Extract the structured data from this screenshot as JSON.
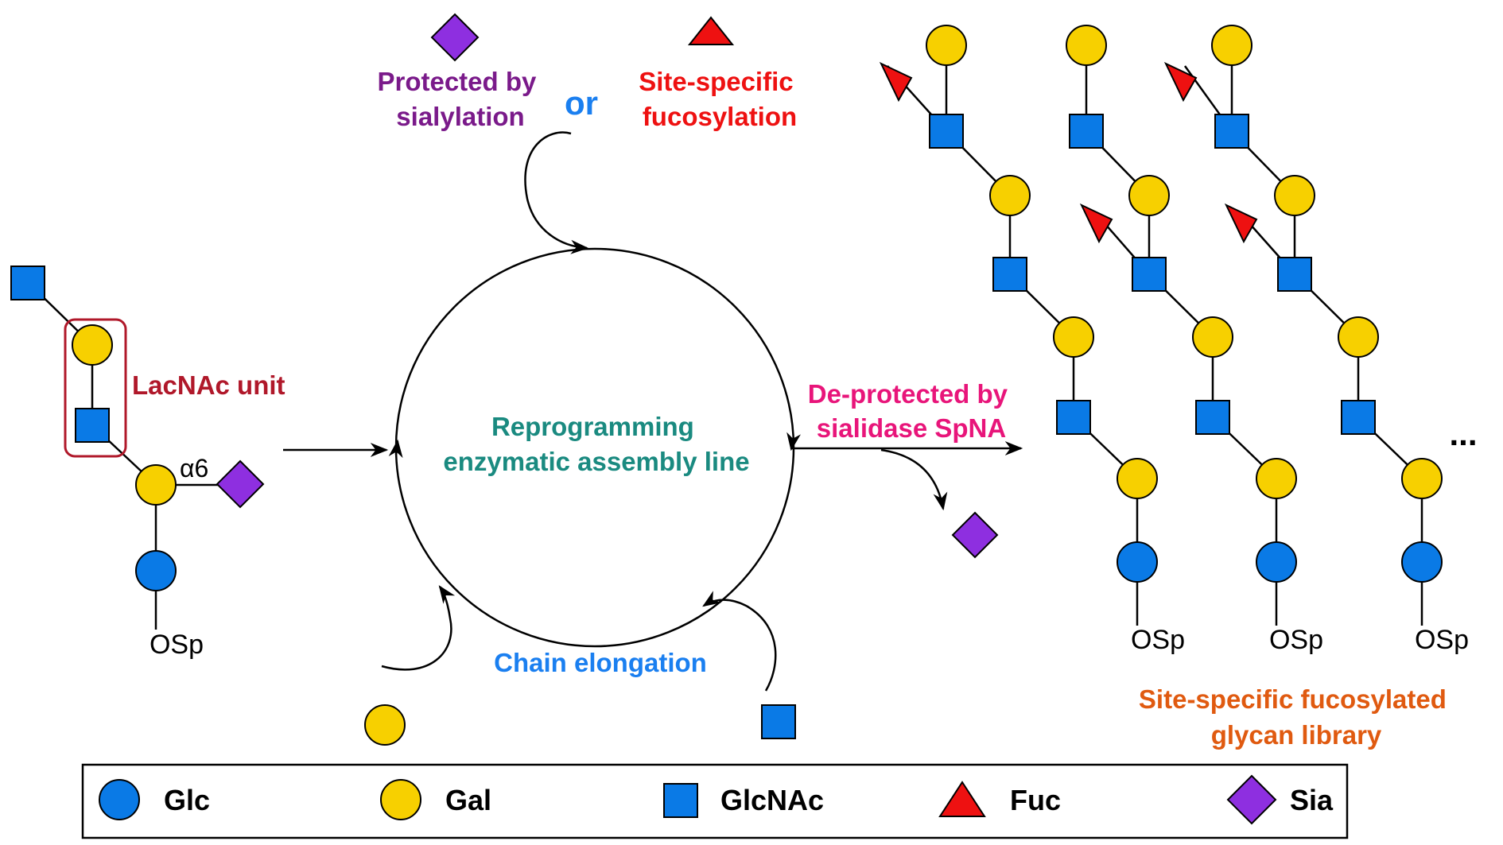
{
  "colors": {
    "glc": "#0a7ae6",
    "gal": "#f7d000",
    "glcnac": "#0a7ae6",
    "fuc": "#ee1111",
    "sia": "#8e2fe0",
    "lacnac_box": "#b0182a",
    "protected_text": "#7a1a8a",
    "site_specific_text": "#ee1111",
    "or_text": "#1a7ff0",
    "center_text": "#1a8a80",
    "deprotected_text": "#e8157a",
    "elongation_text": "#1a7ff0",
    "library_text": "#e05a10"
  },
  "labels": {
    "protected": [
      "Protected by",
      "sialylation"
    ],
    "or": "or",
    "site_specific": [
      "Site-specific",
      "fucosylation"
    ],
    "lacnac": "LacNAc unit",
    "alpha6": "α6",
    "center": [
      "Reprogramming",
      "enzymatic assembly line"
    ],
    "deprotected": [
      "De-protected by",
      "sialidase SpNA"
    ],
    "elongation": "Chain elongation",
    "library": [
      "Site-specific fucosylated",
      "glycan library"
    ],
    "ellipsis": "...",
    "osp": "OSp"
  },
  "legend": [
    {
      "symbol": "glc-circle",
      "label": "Glc"
    },
    {
      "symbol": "gal-circle",
      "label": "Gal"
    },
    {
      "symbol": "glcnac-square",
      "label": "GlcNAc"
    },
    {
      "symbol": "fuc-triangle",
      "label": "Fuc"
    },
    {
      "symbol": "sia-diamond",
      "label": "Sia"
    }
  ]
}
